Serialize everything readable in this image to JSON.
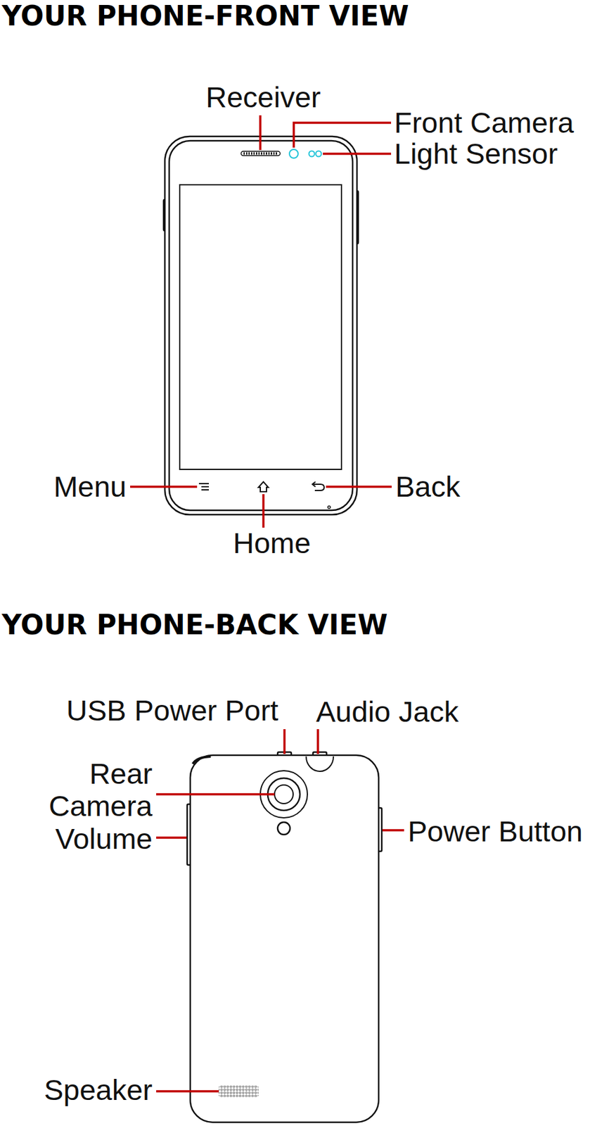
{
  "diagram": {
    "title": "YOUR PHONE-FRONT VIEW",
    "labels": [
      "Receiver",
      "Front Camera",
      "Light Sensor",
      "Menu",
      "Home",
      "Back",
      "YOUR PHONE-BACK VIEW",
      "USB Power Port",
      "Audio Jack",
      "Rear Camera",
      "Volume",
      "Power Button",
      "Speaker"
    ]
  }
}
